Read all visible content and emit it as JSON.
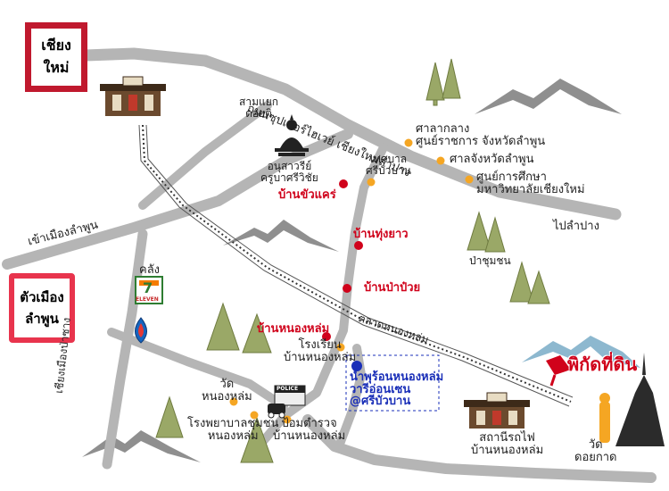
{
  "cities": {
    "chiang_mai": [
      "เชียง",
      "ใหม่"
    ],
    "lamphun": [
      "ตัวเมือง",
      "ลำพูน"
    ]
  },
  "roads": {
    "superhighway": "ถนนซุปเปอร์ไฮเวย์ เชียงใหม่ลำปาง",
    "to_lamphun": "เข้าเมืองลำพูน",
    "to_lampang": "ไปลำปาง",
    "doi_ti_junction": [
      "สามแยก",
      "ดอยติ"
    ],
    "pa_sang_road": "เชียงเมืองป่าซาง",
    "nong_lom_market": "ตลาดหนองหล่ม"
  },
  "landmarks": {
    "monument": [
      "อนุสาวรีย์",
      "ครูบาศรีวิชัย"
    ],
    "municipality": [
      "เทศบาล",
      "ศรีบัวบาน"
    ],
    "court": [
      "ศาลากลาง",
      "ศูนย์ราชการ  จังหวัดลำพูน"
    ],
    "provincial_court": "ศาลจังหวัดลำพูน",
    "cmu_center": [
      "ศูนย์การศึกษา",
      "มหาวิทยาลัยเชียงใหม่"
    ],
    "community_forest": "ป่าชุมชน",
    "school": [
      "โรงเรียน",
      "บ้านหนองหล่ม"
    ],
    "temple_nong_lom": [
      "วัด",
      "หนองหล่ม"
    ],
    "hospital": [
      "โรงพยาบาลชุมชน",
      "หนองหล่ม"
    ],
    "police": [
      "ป้อมตำรวจ",
      "บ้านหนองหล่ม"
    ],
    "police_sign": "POLICE",
    "station": [
      "สถานีรถไฟ",
      "บ้านหนองหล่ม"
    ],
    "temple_doi_kat": [
      "วัด",
      "ดอยกาด"
    ],
    "warehouse": "คลัง",
    "seven_eleven": "ELEVEN",
    "seven_digit": "7"
  },
  "villages": {
    "ban_khua_khae": "บ้านขัวแคร่",
    "ban_thung_yao": "บ้านทุ่งยาว",
    "ban_pa_puai": "บ้านป่าป๋วย",
    "ban_nong_lom": "บ้านหนองหล่ม"
  },
  "highlight": {
    "hot_spring": [
      "น้ำพุร้อนหนองหล่ม",
      "วารีอ่อนเซน",
      "@ศรีบัวบาน"
    ],
    "land_location": "พิกัดที่ดิน"
  },
  "colors": {
    "road": "#b5b5b5",
    "mountain": "#8f8f8f",
    "tree": "#9aa867",
    "village_dot": "#d0021b",
    "place_dot": "#f5a623",
    "hot_spring_dot": "#1a2fb8",
    "city_box_border": "#c0192e",
    "land_location": "#d0021b"
  }
}
